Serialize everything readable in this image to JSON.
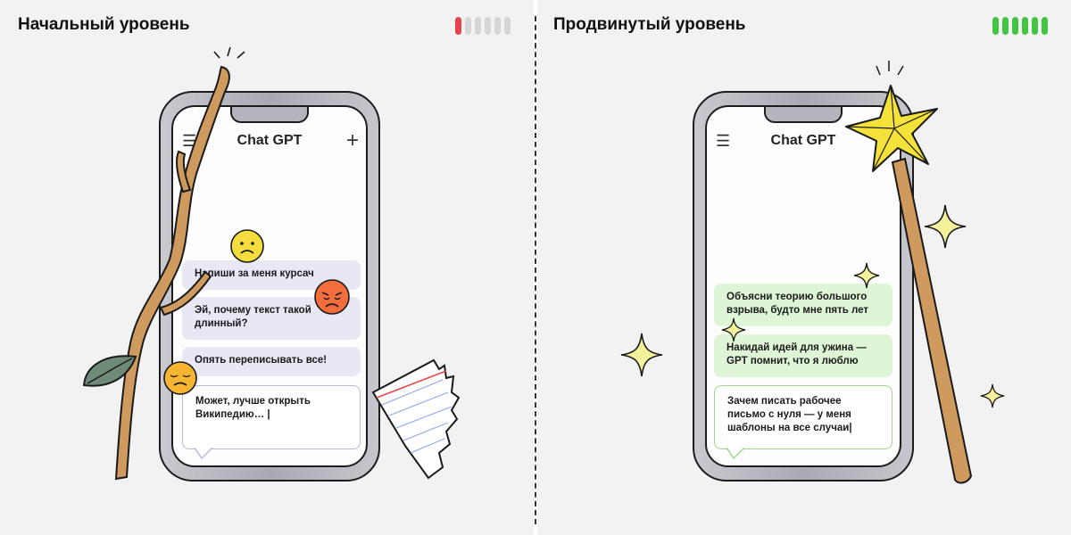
{
  "beginner": {
    "heading": "Начальный уровень",
    "level_active": 1,
    "level_total": 6,
    "level_color": "#e8414b",
    "phone": {
      "app_title": "Chat GPT",
      "menu_icon": "☰",
      "plus_icon": "+",
      "messages": [
        "Напиши за меня курсач",
        "Эй, почему текст такой длинный?",
        "Опять переписывать все!"
      ],
      "input_text": "Может, лучше открыть Википедию… |"
    }
  },
  "advanced": {
    "heading": "Продвинутый уровень",
    "level_active": 6,
    "level_total": 6,
    "level_color": "#43c443",
    "phone": {
      "app_title": "Chat GPT",
      "menu_icon": "☰",
      "messages": [
        "Объясни теорию большого взрыва, будто мне пять лет",
        "Накидай идей для ужина — GPT помнит, что я люблю"
      ],
      "input_text": "Зачем писать рабочее письмо с нуля — у меня шаблоны на все случаи|"
    }
  },
  "icons": {
    "stick": "wooden-stick-icon",
    "leaf": "leaf-icon",
    "torn_paper": "torn-notebook-paper-icon",
    "wand": "magic-wand-icon",
    "sparkle": "sparkle-icon",
    "emoji_sad": "sad-face-icon",
    "emoji_angry": "angry-face-icon",
    "emoji_tired": "tired-face-icon"
  }
}
